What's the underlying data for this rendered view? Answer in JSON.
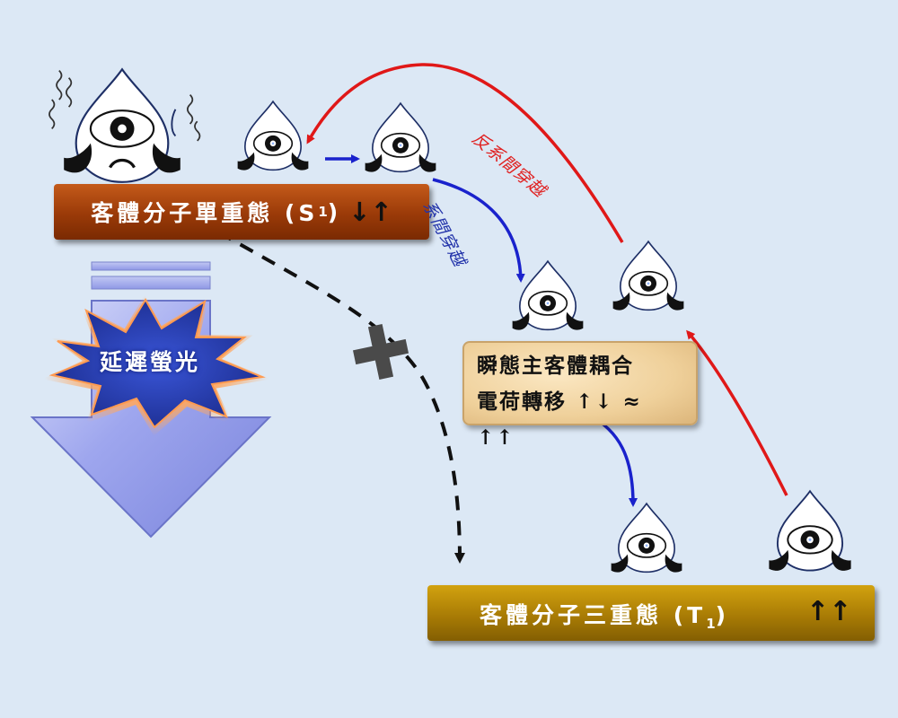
{
  "labels": {
    "s1_text": "客體分子單重態 (S",
    "s1_sub": "1",
    "s1_close": ")",
    "s1_spin": "↓↑",
    "t1_text": "客體分子三重態 (T",
    "t1_sub": "1",
    "t1_close": ")",
    "t1_spin": "↑↑",
    "ct_line1": "瞬態主客體耦合",
    "ct_line2": "電荷轉移 ↑↓ ≈ ↑↑",
    "delayed_fluorescence": "延遲螢光",
    "risc": "反系間穿越",
    "isc": "系間穿越"
  },
  "colors": {
    "risc_arrow": "#e01818",
    "isc_arrow": "#1a22cc",
    "s1_box": "#9a3a08",
    "t1_box": "#a97c05",
    "big_arrow": "#8f98e6"
  },
  "icons": [
    "droplet-character-icon",
    "big-down-arrow-icon",
    "starburst-icon",
    "x-mark-icon"
  ]
}
